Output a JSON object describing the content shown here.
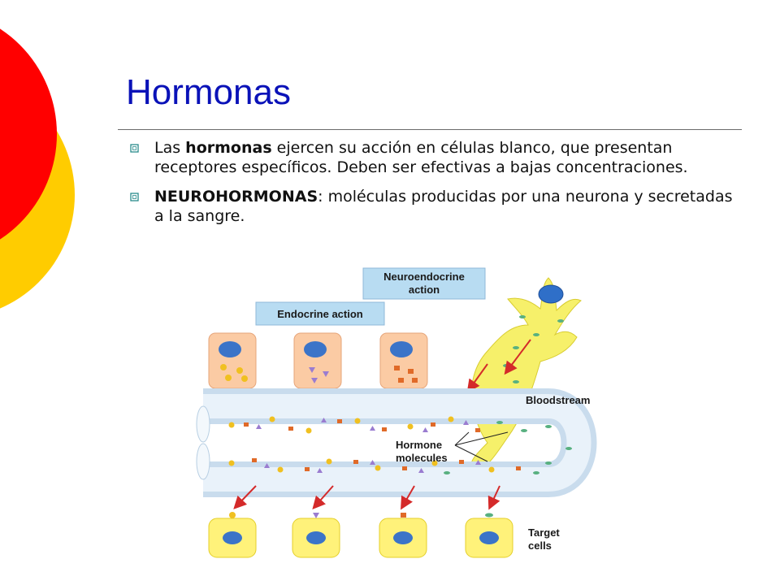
{
  "slide": {
    "title": "Hormonas",
    "colors": {
      "title": "#0a12b8",
      "deco_red": "#ff0000",
      "deco_yellow": "#ffcc00",
      "bullet": "#2a8b8b"
    },
    "bullets": [
      {
        "icon": "hollow-square-bullet-icon",
        "parts": [
          "Las ",
          "hormonas",
          " ejercen su acción en células blanco, que presentan receptores específicos. Deben ser efectivas a bajas concentraciones."
        ]
      },
      {
        "icon": "hollow-square-bullet-icon",
        "parts": [
          "NEUROHORMONAS",
          ": moléculas producidas por una neurona y secretadas a la sangre."
        ]
      }
    ]
  },
  "diagram": {
    "labels": {
      "neuroendocrine_line1": "Neuroendocrine",
      "neuroendocrine_line2": "action",
      "endocrine": "Endocrine action",
      "bloodstream": "Bloodstream",
      "hormone_line1": "Hormone",
      "hormone_line2": "molecules",
      "target_line1": "Target",
      "target_line2": "cells"
    }
  }
}
